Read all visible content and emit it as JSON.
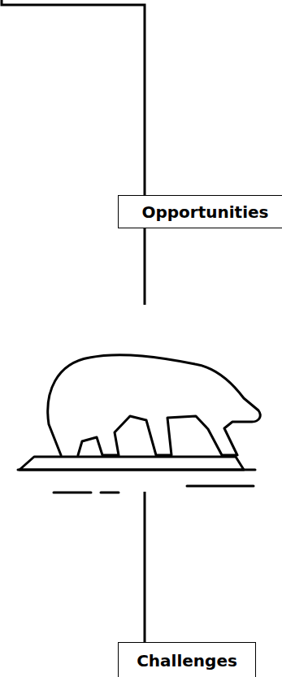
{
  "diagram": {
    "nodes": [
      {
        "text": [
          "Opportunities"
        ]
      },
      {
        "text": [
          "Challenges"
        ]
      }
    ],
    "edges": [
      {
        "from": 0,
        "to": 1,
        "arrow": "none"
      }
    ]
  }
}
